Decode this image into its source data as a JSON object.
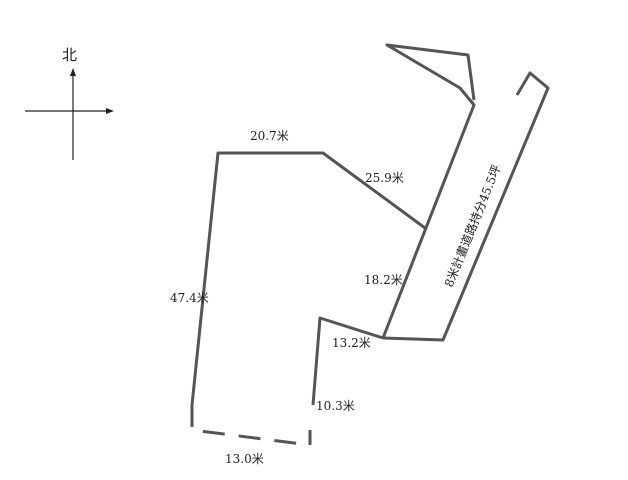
{
  "compass": {
    "north_label": "北"
  },
  "dimensions": {
    "top": "20.7米",
    "upper_right": "25.9米",
    "left": "47.4米",
    "right_mid": "18.2米",
    "step": "13.2米",
    "lower_right": "10.3米",
    "bottom": "13.0米"
  },
  "road_label": "8米計畫道路持分45.5坪"
}
